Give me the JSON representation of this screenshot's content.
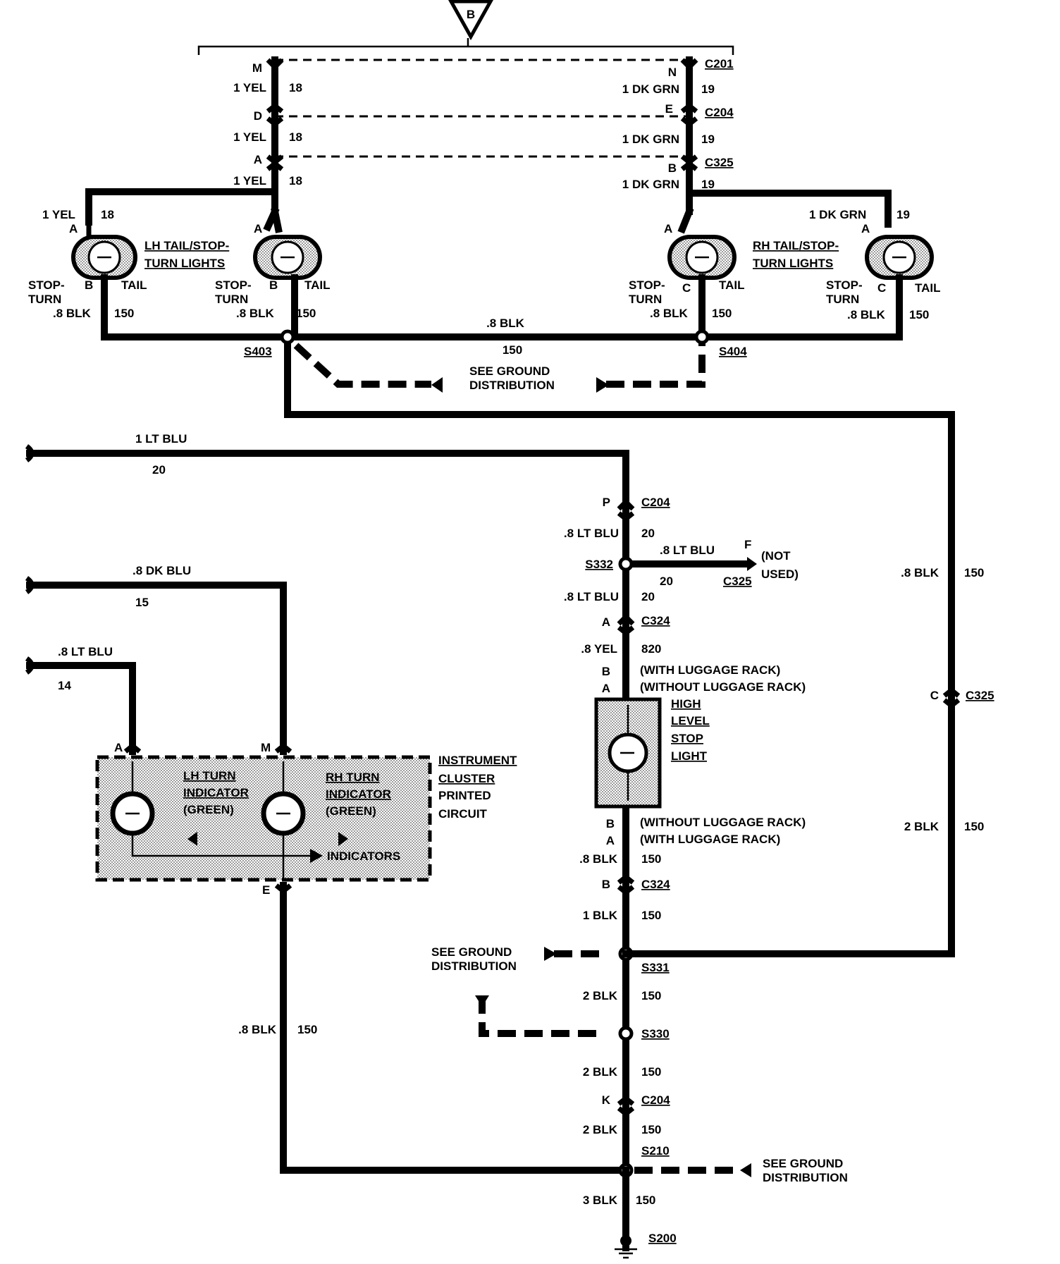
{
  "top_ref": "B",
  "top": {
    "left_col": {
      "pins": [
        "M",
        "D",
        "A"
      ],
      "wires": [
        "1 YEL",
        "1 YEL",
        "1 YEL"
      ],
      "circuit": "18"
    },
    "right_col": {
      "pins": [
        "N",
        "E",
        "B"
      ],
      "wires": [
        "1 DK GRN",
        "1 DK GRN",
        "1 DK GRN"
      ],
      "circuit": "19"
    },
    "connectors": [
      "C201",
      "C204",
      "C325"
    ]
  },
  "lamps": {
    "lh_label_1": "LH TAIL/STOP-",
    "lh_label_2": "TURN LIGHTS",
    "rh_label_1": "RH TAIL/STOP-",
    "rh_label_2": "TURN LIGHTS",
    "pin_a": "A",
    "pin_b": "B",
    "pin_c": "C",
    "stop": "STOP-",
    "turn": "TURN",
    "tail": "TAIL",
    "yel": "1 YEL",
    "grn": "1 DK GRN",
    "c18": "18",
    "c19": "19",
    "blk": ".8 BLK",
    "c150": "150"
  },
  "splices": {
    "s403": "S403",
    "s404": "S404",
    "s332": "S332",
    "s331": "S331",
    "s330": "S330",
    "s210": "S210",
    "s200": "S200"
  },
  "ground_note_1": "SEE GROUND",
  "ground_note_2": "DISTRIBUTION",
  "bus": {
    "label": ".8 BLK",
    "circuit": "150"
  },
  "feeds": [
    {
      "wire": "1 LT BLU",
      "circuit": "20"
    },
    {
      "wire": ".8 DK BLU",
      "circuit": "15"
    },
    {
      "wire": ".8 LT BLU",
      "circuit": "14"
    }
  ],
  "center": {
    "p": "P",
    "c204": "C204",
    "ltblu": ".8 LT BLU",
    "c20": "20",
    "f": "F",
    "c325": "C325",
    "not": "(NOT",
    "used": "USED)",
    "a": "A",
    "c324": "C324",
    "yel": ".8 YEL",
    "c820": "820",
    "b": "B",
    "with_rack": "(WITH LUGGAGE RACK)",
    "without_rack": "(WITHOUT LUGGAGE RACK)",
    "hl1": "HIGH",
    "hl2": "LEVEL",
    "hl3": "STOP",
    "hl4": "LIGHT",
    "blk8": ".8 BLK",
    "c150": "150",
    "blk1": "1 BLK",
    "blk2": "2 BLK",
    "k": "K",
    "blk3": "3 BLK"
  },
  "right_bus": {
    "blk8": ".8 BLK",
    "c150": "150",
    "c": "C",
    "c325": "C325",
    "blk2": "2 BLK"
  },
  "cluster": {
    "pin_a": "A",
    "pin_m": "M",
    "pin_e": "E",
    "lh1": "LH TURN",
    "lh2": "INDICATOR",
    "lh3": "(GREEN)",
    "rh1": "RH TURN",
    "rh2": "INDICATOR",
    "rh3": "(GREEN)",
    "indicators": "INDICATORS",
    "t1": "INSTRUMENT",
    "t2": "CLUSTER",
    "t3": "PRINTED",
    "t4": "CIRCUIT",
    "blk": ".8 BLK",
    "c150": "150"
  }
}
